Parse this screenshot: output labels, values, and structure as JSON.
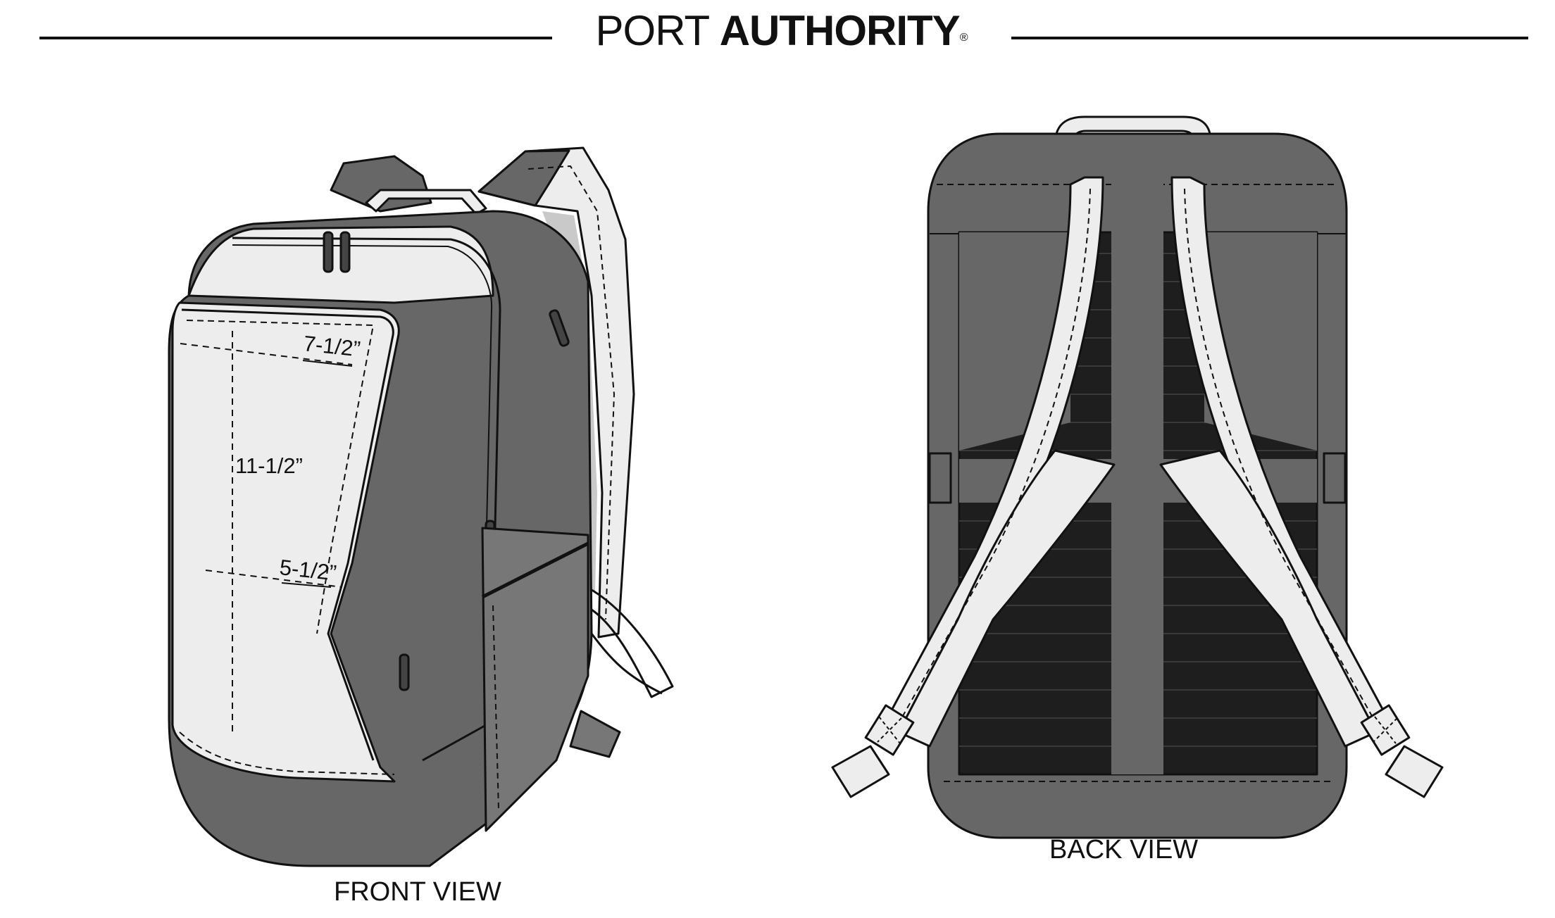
{
  "brand": {
    "light": "PORT",
    "bold": "AUTHORITY",
    "mark": "®"
  },
  "views": {
    "front": {
      "label": "FRONT VIEW"
    },
    "back": {
      "label": "BACK VIEW"
    }
  },
  "dimensions": {
    "width": "7-1/2”",
    "height": "11-1/2”",
    "depth": "5-1/2”"
  },
  "colors": {
    "body": "#676767",
    "panel": "#ededed",
    "mesh": "#1e1e1e",
    "strap_inner": "#c9c9c9",
    "outline": "#111111"
  }
}
